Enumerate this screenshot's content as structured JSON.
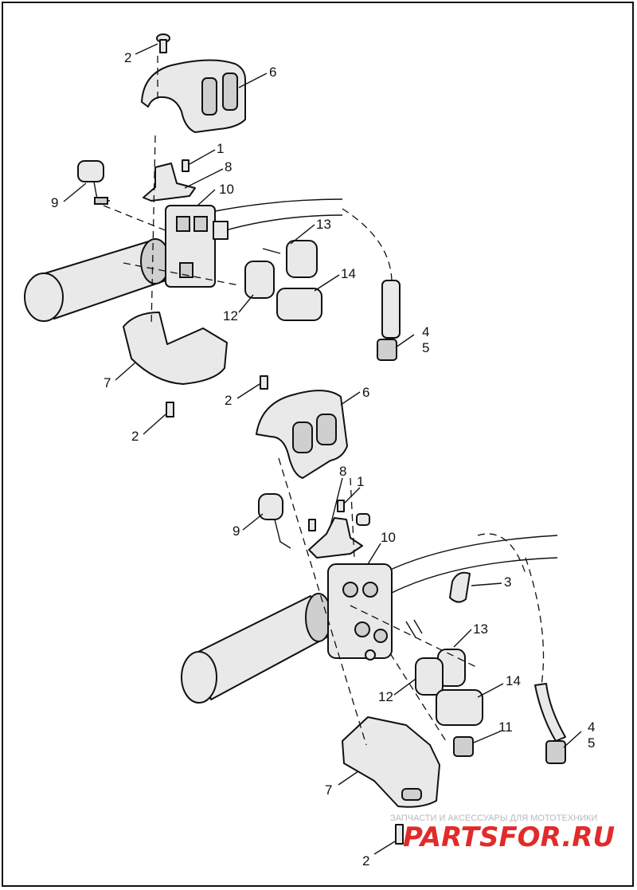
{
  "labels": {
    "top": [
      {
        "id": "t2a",
        "text": "2"
      },
      {
        "id": "t6",
        "text": "6"
      },
      {
        "id": "t1",
        "text": "1"
      },
      {
        "id": "t8",
        "text": "8"
      },
      {
        "id": "t9",
        "text": "9"
      },
      {
        "id": "t10",
        "text": "10"
      },
      {
        "id": "t13",
        "text": "13"
      },
      {
        "id": "t14",
        "text": "14"
      },
      {
        "id": "t12",
        "text": "12"
      },
      {
        "id": "t4",
        "text": "4"
      },
      {
        "id": "t5",
        "text": "5"
      },
      {
        "id": "t7",
        "text": "7"
      },
      {
        "id": "t2b",
        "text": "2"
      },
      {
        "id": "t2c",
        "text": "2"
      }
    ],
    "bottom": [
      {
        "id": "b6",
        "text": "6"
      },
      {
        "id": "b8",
        "text": "8"
      },
      {
        "id": "b1",
        "text": "1"
      },
      {
        "id": "b9",
        "text": "9"
      },
      {
        "id": "b10",
        "text": "10"
      },
      {
        "id": "b3",
        "text": "3"
      },
      {
        "id": "b13",
        "text": "13"
      },
      {
        "id": "b14",
        "text": "14"
      },
      {
        "id": "b12",
        "text": "12"
      },
      {
        "id": "b11",
        "text": "11"
      },
      {
        "id": "b4",
        "text": "4"
      },
      {
        "id": "b5",
        "text": "5"
      },
      {
        "id": "b7",
        "text": "7"
      },
      {
        "id": "b2",
        "text": "2"
      }
    ]
  },
  "watermark": {
    "tagline": "ЗАПЧАСТИ И АКСЕССУАРЫ ДЛЯ МОТОТЕХНИКИ",
    "logo": "PARTSFOR.RU"
  },
  "colors": {
    "line": "#111111",
    "fill": "#e9e9e9",
    "logo": "#e12b2b"
  }
}
